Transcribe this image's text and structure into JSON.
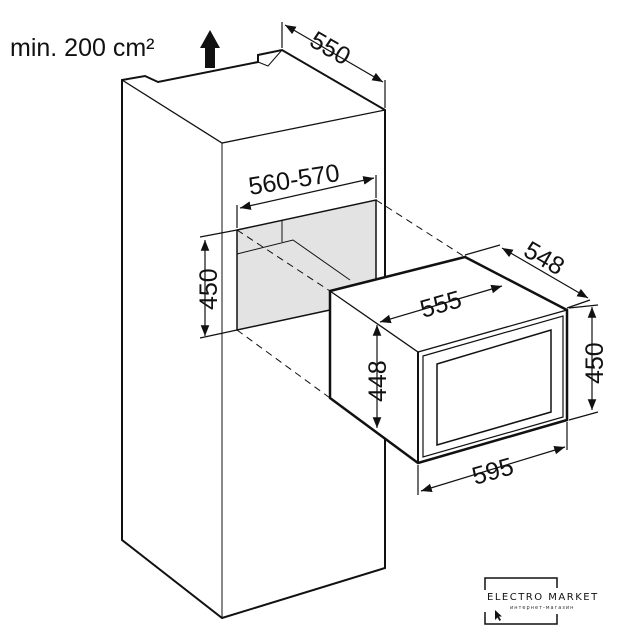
{
  "labels": {
    "ventilation": "min. 200 cm²",
    "cabinet_depth": "550",
    "niche_width": "560-570",
    "niche_height": "450",
    "appliance_inner_width": "555",
    "appliance_depth": "548",
    "appliance_body_height": "448",
    "appliance_front_height": "450",
    "appliance_front_width": "595"
  },
  "watermark": {
    "title": "ELECTRO MARKET",
    "subtitle": "интернет-магазин"
  },
  "colors": {
    "niche_fill": "#e3e3e3",
    "line": "#111111"
  }
}
